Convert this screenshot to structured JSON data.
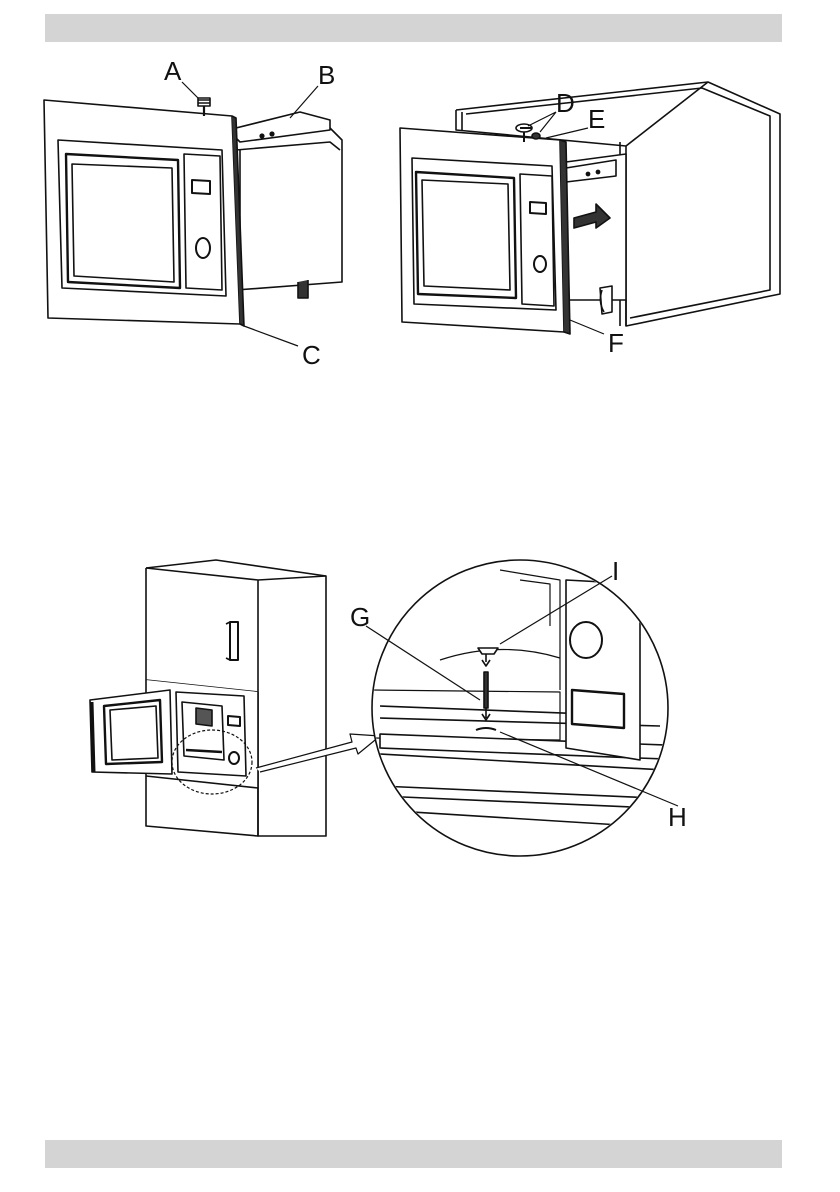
{
  "figure1": {
    "callouts": {
      "a": "A",
      "b": "B",
      "c": "C",
      "d": "D",
      "e": "E",
      "f": "F"
    }
  },
  "figure2": {
    "callouts": {
      "g": "G",
      "h": "H",
      "i": "I"
    }
  },
  "colors": {
    "header_bar": "#d4d4d4",
    "line": "#111111"
  }
}
